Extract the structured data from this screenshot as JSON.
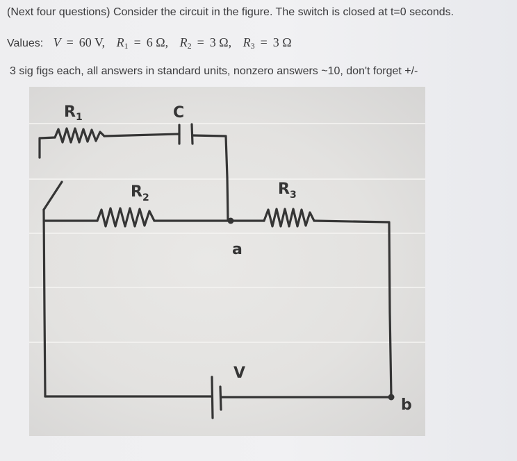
{
  "question": {
    "intro": "(Next four questions) Consider the circuit in the figure. The switch is closed at t=0 seconds.",
    "values": {
      "label": "Values:",
      "equals": "=",
      "items": [
        {
          "symbol": "V",
          "sub": "",
          "value": "60 V",
          "separator": ","
        },
        {
          "symbol": "R",
          "sub": "1",
          "value": "6 Ω",
          "separator": ","
        },
        {
          "symbol": "R",
          "sub": "2",
          "value": "3 Ω",
          "separator": ","
        },
        {
          "symbol": "R",
          "sub": "3",
          "value": "3 Ω",
          "separator": ""
        }
      ]
    },
    "instructions": "3 sig figs each, all answers in standard units, nonzero answers ~10, don't forget +/-"
  },
  "figure": {
    "labels": {
      "r1": {
        "main": "R",
        "sub": "1"
      },
      "c": "C",
      "r2": {
        "main": "R",
        "sub": "2"
      },
      "r3": {
        "main": "R",
        "sub": "3"
      },
      "node_a": "a",
      "battery": "V",
      "node_b": "b"
    }
  },
  "colors": {
    "page_background": "#f1f1f3",
    "text": "#3b3b3d",
    "ink": "#353535",
    "paper": "#e3e2e0"
  }
}
